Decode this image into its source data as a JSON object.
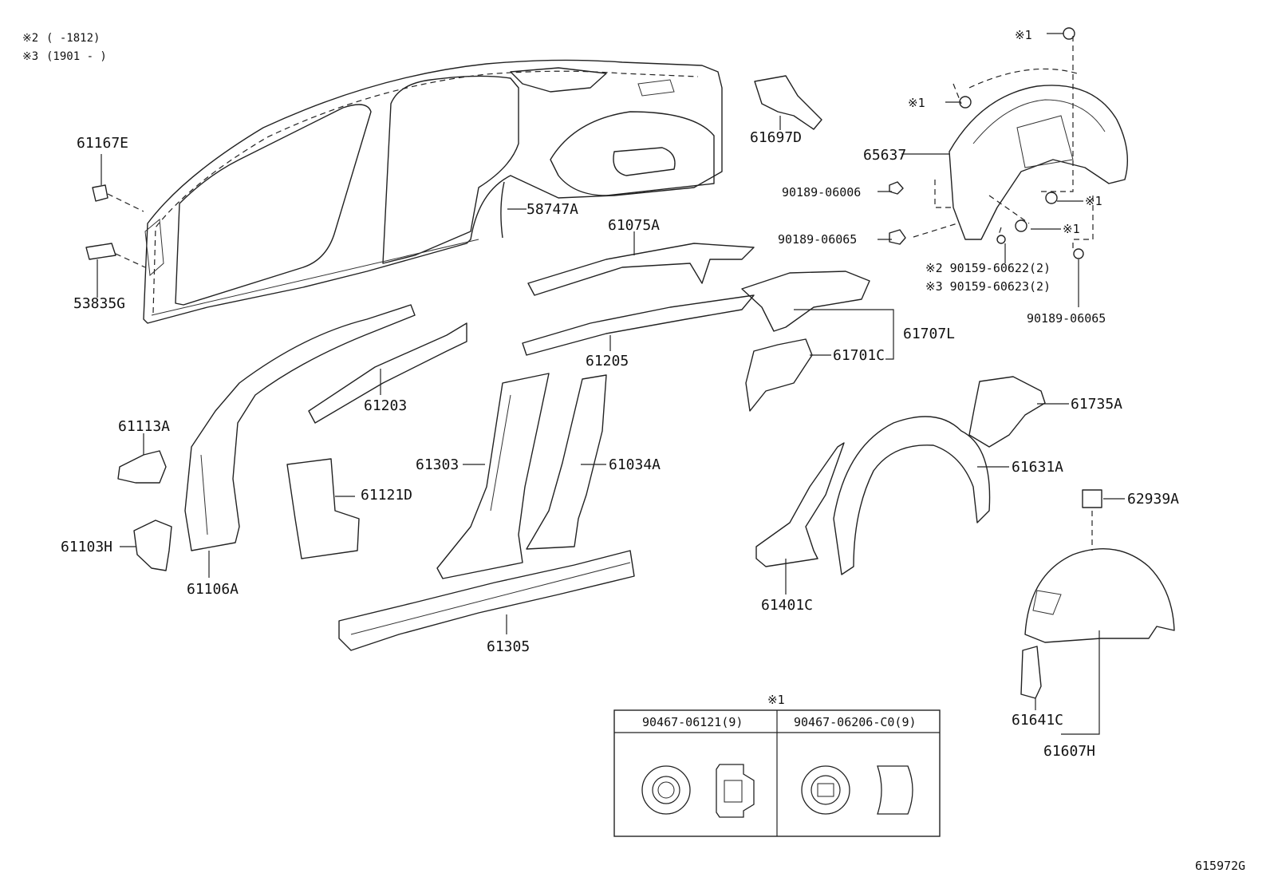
{
  "notes": [
    {
      "mark": "※2",
      "text": "(     -1812)"
    },
    {
      "mark": "※3",
      "text": "(1901 -     )"
    }
  ],
  "part_numbers": {
    "p61167E": "61167E",
    "p53835G": "53835G",
    "p58747A": "58747A",
    "p61697D": "61697D",
    "p65637": "65637",
    "p61075A": "61075A",
    "p61205": "61205",
    "p61203": "61203",
    "p61707L": "61707L",
    "p61701C": "61701C",
    "p61735A": "61735A",
    "p61113A": "61113A",
    "p61121D": "61121D",
    "p61303": "61303",
    "p61034A": "61034A",
    "p61631A": "61631A",
    "p62939A": "62939A",
    "p61103H": "61103H",
    "p61106A": "61106A",
    "p61401C": "61401C",
    "p61305": "61305",
    "p61641C": "61641C",
    "p61607H": "61607H"
  },
  "fasteners": {
    "f1": "90189-06006",
    "f2": "90189-06065",
    "f3": "90189-06065",
    "f4": "※2 90159-60622(2)",
    "f5": "※3 90159-60623(2)"
  },
  "markers": {
    "m_top": "※1",
    "m_a": "※1",
    "m_b": "※1",
    "m_c": "※1"
  },
  "kit_table": {
    "title": "※1",
    "columns": [
      "90467-06121(9)",
      "90467-06206-C0(9)"
    ]
  },
  "diagram_id": "615972G"
}
